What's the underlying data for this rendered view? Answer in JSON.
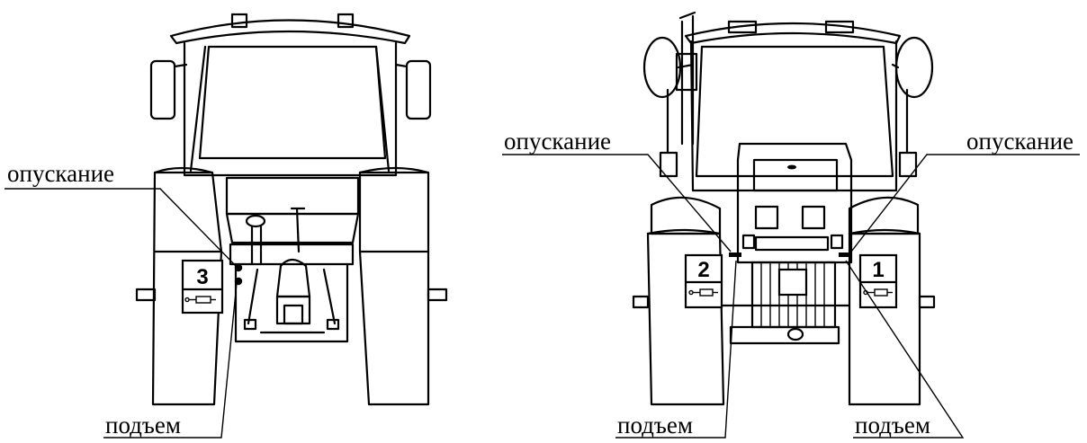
{
  "left_view": {
    "label_lowering": "опускание",
    "label_lifting": "подъем",
    "badge_number": "3"
  },
  "right_view": {
    "label_lowering_left": "опускание",
    "label_lowering_right": "опускание",
    "label_lifting_left": "подъем",
    "label_lifting_right": "подъем",
    "badge_left_number": "2",
    "badge_right_number": "1"
  },
  "icons": {
    "badge_symbol": "hydraulic-cylinder-icon"
  }
}
